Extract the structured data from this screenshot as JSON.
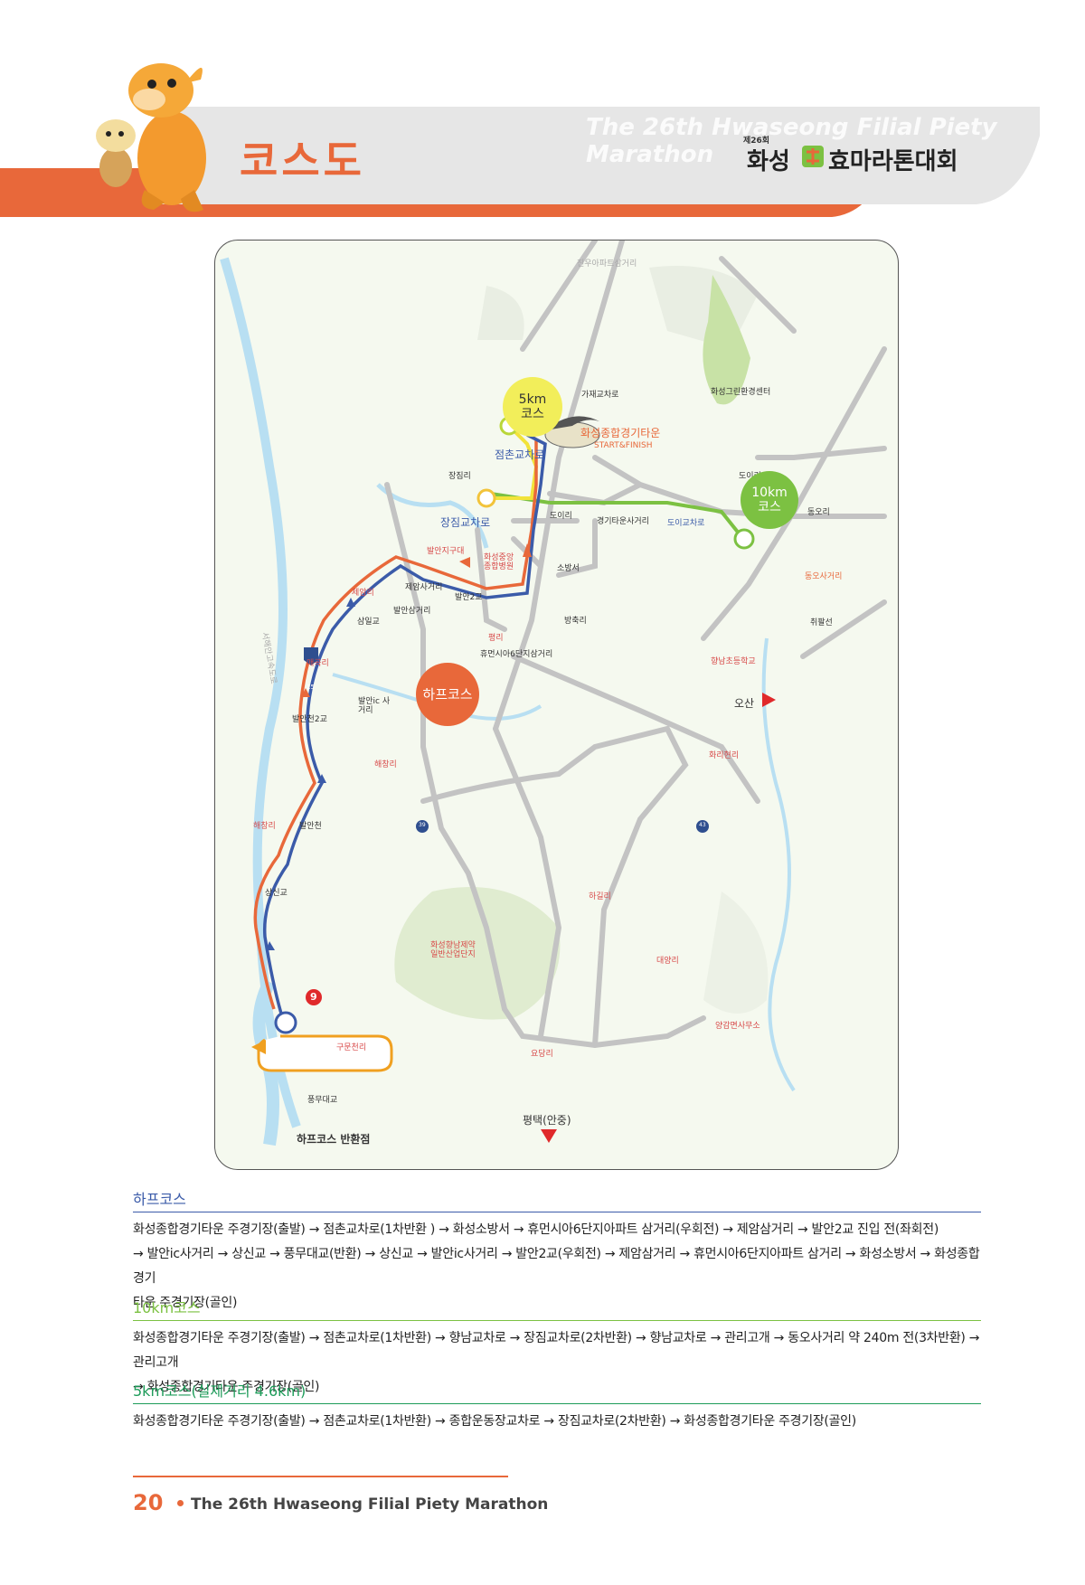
{
  "header": {
    "page_title": "코스도",
    "event_en": "The 26th Hwaseong Filial Piety Marathon",
    "event_no": "제26회",
    "event_ko_a": "화성",
    "event_ko_b": "효마라톤대회"
  },
  "map": {
    "labels": {
      "jinwoo": "진우아파트삼거리",
      "gajae": "가재교차로",
      "green_center": "화성그린환경센터",
      "jeomchon": "점촌교차로",
      "stadium": "화성종합경기타운",
      "start_finish": "START&FINISH",
      "jangjim_ri": "장짐리",
      "doi_ri_top": "도이리",
      "dongo_ri": "동오리",
      "jangjim_ic": "장짐교차로",
      "doi_ri": "도이리",
      "stadium_junction": "경기타운사거리",
      "doi_ic": "도이교차로",
      "balan_district": "발안지구대",
      "hospital": "화성중앙 종합병원",
      "fire_station": "소방서",
      "dongo_junction": "동오사거리",
      "jeam_ri": "제암리",
      "jeam_junction": "제암사거리",
      "balan2": "발안2교",
      "balan_3way": "발안삼거리",
      "samil": "삼일교",
      "banguk": "방축리",
      "chwipal": "취팔선",
      "pyeong_ri": "평리",
      "humansia": "휴먼시아6단지삼거리",
      "expressway": "서해안고속도로",
      "maegok": "매곡리",
      "hwy15": "15",
      "balan_ic": "발안ic 사거리",
      "balanchen2": "발안천2교",
      "hyangnam_school": "향남초등학교",
      "osan": "오산",
      "haechang": "해창리",
      "hwaries": "화리현리",
      "haechang_left": "해창리",
      "balancheon": "발안천",
      "route39": "39",
      "route43": "43",
      "sangsin": "상신교",
      "hagil": "하길리",
      "pharma": "화성향남제약 일반산업단지",
      "daeyang": "대양리",
      "yanggam": "양감면사무소",
      "gumun": "구문천리",
      "yodang": "요당리",
      "pungmu": "풍무대교",
      "pyeongtaek": "평택(안중)",
      "marker9": "9",
      "half_turn": "하프코스 반환점"
    },
    "badges": {
      "five_km": [
        "5km",
        "코스"
      ],
      "ten_km": [
        "10km",
        "코스"
      ],
      "half": "하프코스"
    },
    "colors": {
      "half_course": "#e8683a",
      "blue_route": "#3b5ba9",
      "ten_km": "#7cc142",
      "five_km": "#f2e33a"
    }
  },
  "sections": [
    {
      "title": "하프코스",
      "color": "#3b5ba9",
      "lines": [
        "화성종합경기타운 주경기장(출발) → 점촌교차로(1차반환 ) → 화성소방서 → 휴먼시아6단지아파트 삼거리(우회전) → 제암삼거리 → 발안2교 진입 전(좌회전)",
        "→ 발안ic사거리 → 상신교 → 풍무대교(반환) → 상신교 → 발안ic사거리 → 발안2교(우회전) → 제암삼거리 → 휴먼시아6단지아파트 삼거리 → 화성소방서 → 화성종합경기",
        "타운 주경기장(골인)"
      ]
    },
    {
      "title": "10km코스",
      "color": "#7cc142",
      "lines": [
        "화성종합경기타운 주경기장(출발) → 점촌교차로(1차반환) → 향남교차로 → 장짐교차로(2차반환) → 향남교차로 → 관리고개 → 동오사거리 약 240m 전(3차반환) → 관리고개",
        "→ 화성종합경기타운 주경기장(골인)"
      ]
    },
    {
      "title": "5km코스(실제거리 4.6km)",
      "color": "#1e9c5a",
      "lines": [
        "화성종합경기타운 주경기장(출발) → 점촌교차로(1차반환) → 종합운동장교차로 → 장짐교차로(2차반환) → 화성종합경기타운 주경기장(골인)"
      ]
    }
  ],
  "footer": {
    "page_number": "20",
    "text": "The 26th Hwaseong Filial Piety Marathon"
  }
}
